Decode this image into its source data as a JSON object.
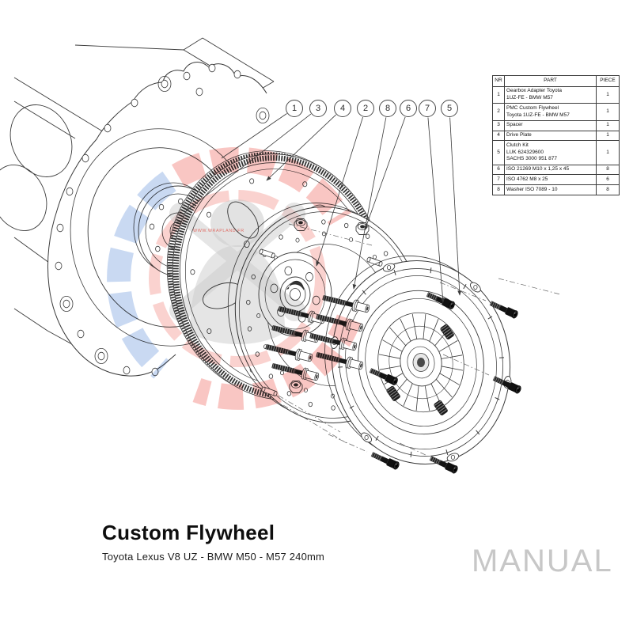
{
  "parts_table": {
    "headers": {
      "nr": "NR",
      "part": "PART",
      "piece": "PIECE"
    },
    "rows": [
      {
        "nr": "1",
        "part": "Gearbox Adapter Toyota\n1UZ-FE - BMW M57",
        "piece": "1"
      },
      {
        "nr": "2",
        "part": "PMC Custom Flywheel\nToyota 1UZ-FE - BMW M57",
        "piece": "1"
      },
      {
        "nr": "3",
        "part": "Spacer",
        "piece": "1"
      },
      {
        "nr": "4",
        "part": "Drive Plate",
        "piece": "1"
      },
      {
        "nr": "5",
        "part": "Clutch Kit\nLUK 624329600\nSACHS 3000 951 877",
        "piece": "1"
      },
      {
        "nr": "6",
        "part": "ISO 21269 M10 x 1,25 x 45",
        "piece": "8"
      },
      {
        "nr": "7",
        "part": "ISO 4762 M8 x 25",
        "piece": "6"
      },
      {
        "nr": "8",
        "part": "Washer ISO 7089 - 10",
        "piece": "8"
      }
    ]
  },
  "callouts": {
    "labels": [
      "1",
      "3",
      "4",
      "2",
      "8",
      "6",
      "7",
      "5"
    ]
  },
  "title_block": {
    "title": "Custom Flywheel",
    "subtitle": "Toyota Lexus V8 UZ - BMW M50 - M57 240mm"
  },
  "watermark": {
    "text": "MANUAL",
    "logo_text": "WWW.WRAPLAND.FR"
  },
  "colors": {
    "line": "#3a3a3a",
    "watermark_red": "#ef6a60",
    "watermark_blue": "#7ea4e0",
    "watermark_gray": "#c6c6c6",
    "manual_text": "#c7c7c7"
  }
}
